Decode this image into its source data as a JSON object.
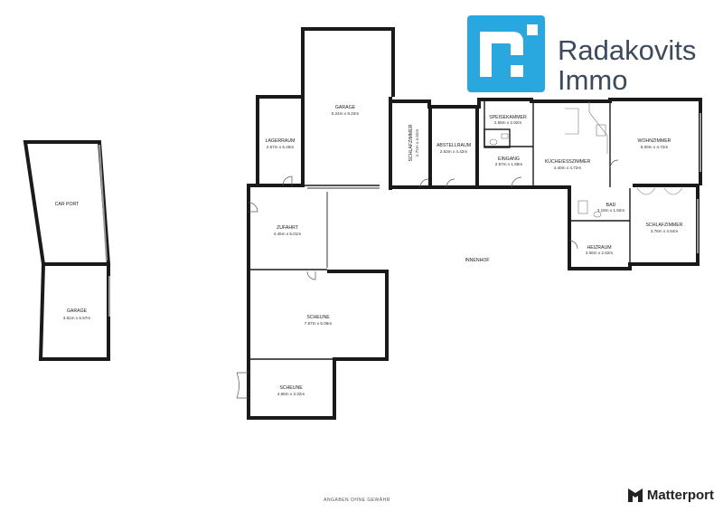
{
  "brand": {
    "name_line1": "Radakovits",
    "name_line2": "Immo",
    "logo_color": "#29a8e0",
    "text_color": "#3d4a5c"
  },
  "rooms": {
    "carport": {
      "name": "CAR PORT"
    },
    "garage_left": {
      "name": "GARAGE",
      "dim": "3.81m x 5.57m"
    },
    "lagerraum": {
      "name": "LAGERRAUM",
      "dim": "2.57m x 5.26m"
    },
    "garage_main": {
      "name": "GARAGE",
      "dim": "5.24m x 9.22m"
    },
    "schlafzimmer_small": {
      "name": "SCHLAFZIMMER",
      "dim": "2.72m x 4.42m"
    },
    "abstellraum": {
      "name": "ABSTELLRAUM",
      "dim": "2.63m x 4.42m"
    },
    "speisekammer": {
      "name": "SPEISEKAMMER",
      "dim": "2.58m x 2.92m"
    },
    "eingang": {
      "name": "EINGANG",
      "dim": "2.57m x 1.69m"
    },
    "kueche": {
      "name": "KÜCHE/ESSZIMMER",
      "dim": "4.40m x 4.72m"
    },
    "wohnzimmer": {
      "name": "WOHNZIMMER",
      "dim": "5.00m x 4.72m"
    },
    "bad": {
      "name": "BAD",
      "dim": "3.18m x 1.92m"
    },
    "heizraum": {
      "name": "HEIZRAUM",
      "dim": "3.06m x 2.62m"
    },
    "schlafzimmer_right": {
      "name": "SCHLAFZIMMER",
      "dim": "3.76m x 4.54m"
    },
    "zufahrt": {
      "name": "ZUFAHRT",
      "dim": "4.46m x 5.01m"
    },
    "innenhof": {
      "name": "INNENHOF"
    },
    "scheune_big": {
      "name": "SCHEUNE",
      "dim": "7.87m x 5.06m"
    },
    "scheune_small": {
      "name": "SCHEUNE",
      "dim": "4.86m x 3.32m"
    }
  },
  "footer": {
    "disclaimer": "ANGABEN OHNE GEWÄHR",
    "provider": "Matterport"
  },
  "icons": {
    "brand_logo": "radakovits-logo-icon",
    "provider_logo": "matterport-logo-icon"
  }
}
